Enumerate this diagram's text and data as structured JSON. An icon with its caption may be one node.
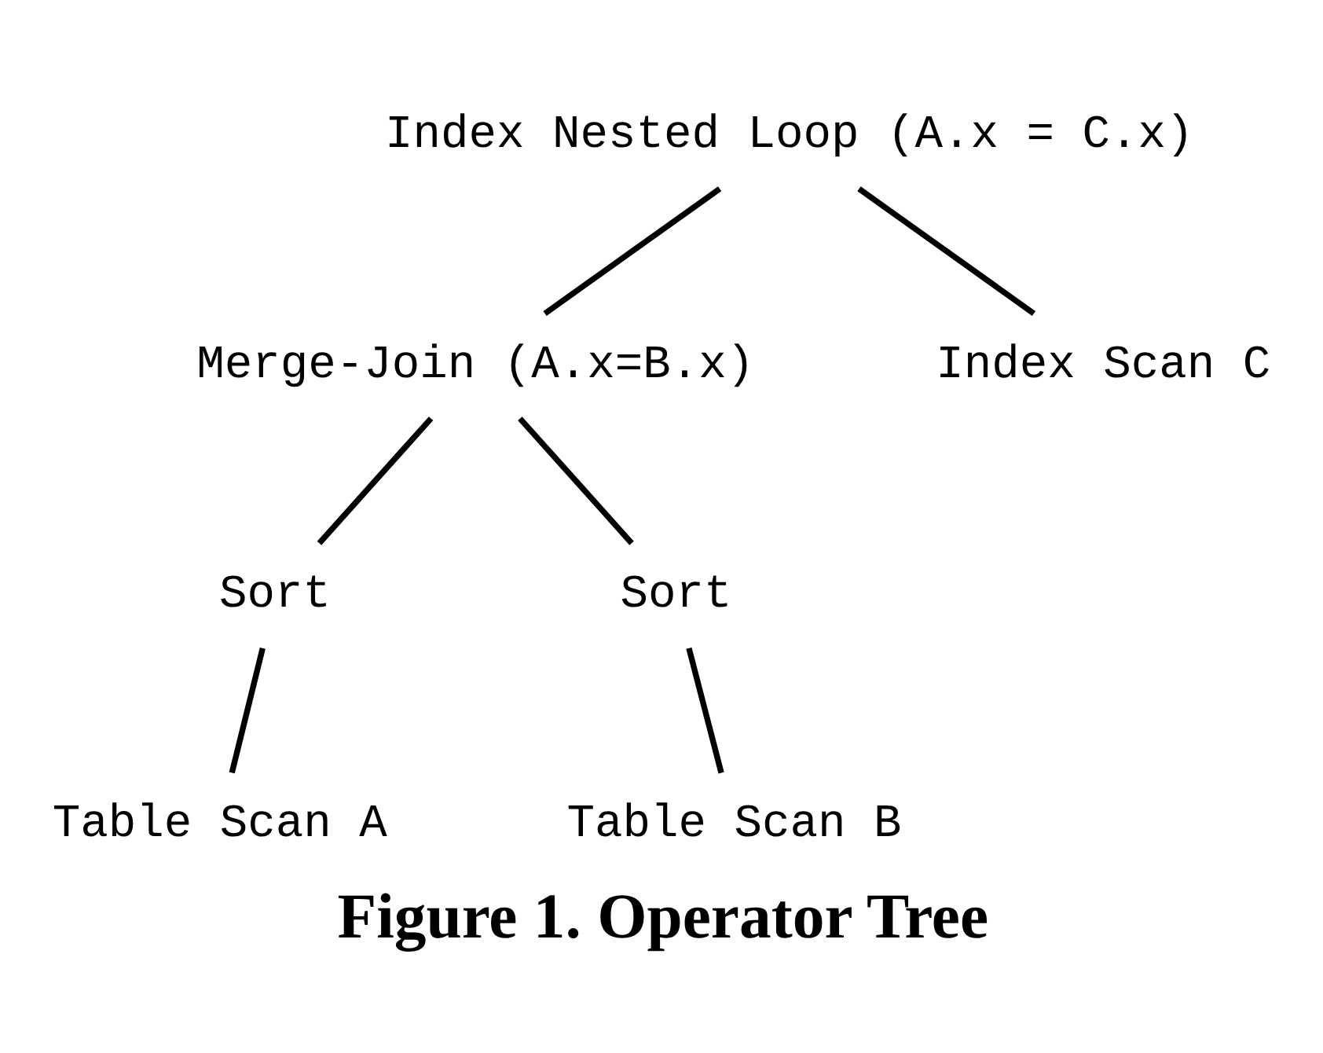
{
  "diagram": {
    "caption": "Figure 1. Operator Tree",
    "nodes": [
      {
        "text": [
          "Index Nested Loop (A.x = C.x)"
        ]
      },
      {
        "text": [
          "Merge-Join (A.x=B.x)"
        ]
      },
      {
        "text": [
          "Index Scan C"
        ]
      },
      {
        "text": [
          "Sort"
        ]
      },
      {
        "text": [
          "Sort"
        ]
      },
      {
        "text": [
          "Table Scan A"
        ]
      },
      {
        "text": [
          "Table Scan B"
        ]
      }
    ],
    "edges": [
      {
        "from": 0,
        "to": 1,
        "arrow": "none"
      },
      {
        "from": 0,
        "to": 2,
        "arrow": "none"
      },
      {
        "from": 1,
        "to": 3,
        "arrow": "none"
      },
      {
        "from": 1,
        "to": 4,
        "arrow": "none"
      },
      {
        "from": 3,
        "to": 5,
        "arrow": "none"
      },
      {
        "from": 4,
        "to": 6,
        "arrow": "none"
      }
    ]
  }
}
